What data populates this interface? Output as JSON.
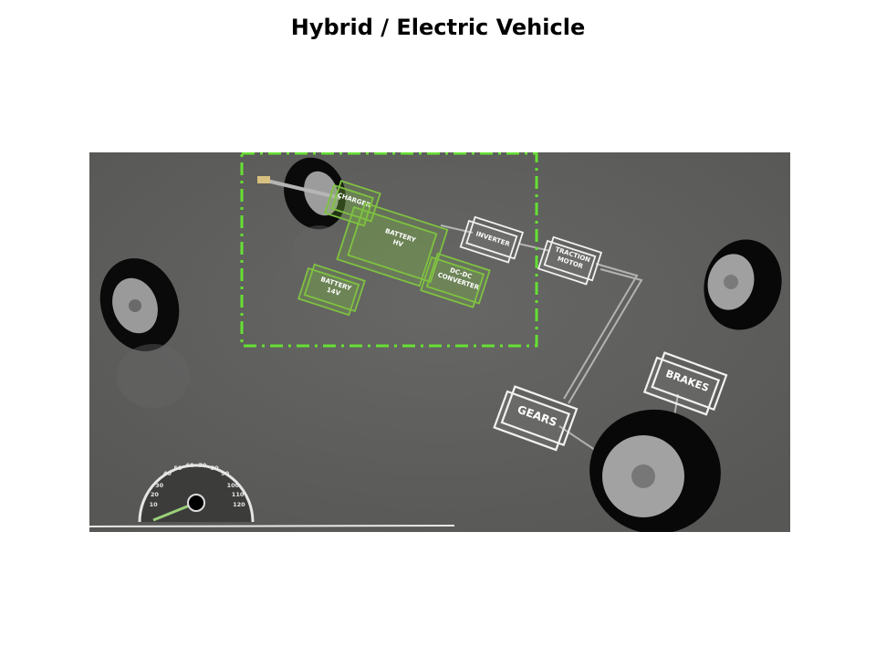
{
  "title": "Hybrid / Electric Vehicle",
  "components": {
    "charger": "CHARGER",
    "battery_hv": [
      "BATTERY",
      "HV"
    ],
    "battery_14v": [
      "BATTERY",
      "14V"
    ],
    "dcdc": [
      "DC-DC",
      "CONVERTER"
    ],
    "inverter": "INVERTER",
    "traction_motor": [
      "TRACTION",
      "MOTOR"
    ],
    "gears": "GEARS",
    "brakes": "BRAKES"
  },
  "speedometer": {
    "ticks": [
      "10",
      "20",
      "30",
      "40",
      "50",
      "60",
      "70",
      "80",
      "90",
      "100",
      "110",
      "120"
    ]
  },
  "colors": {
    "highlight": "#66e033",
    "component_green": "#7fc241",
    "background": "#5e5e5c"
  }
}
